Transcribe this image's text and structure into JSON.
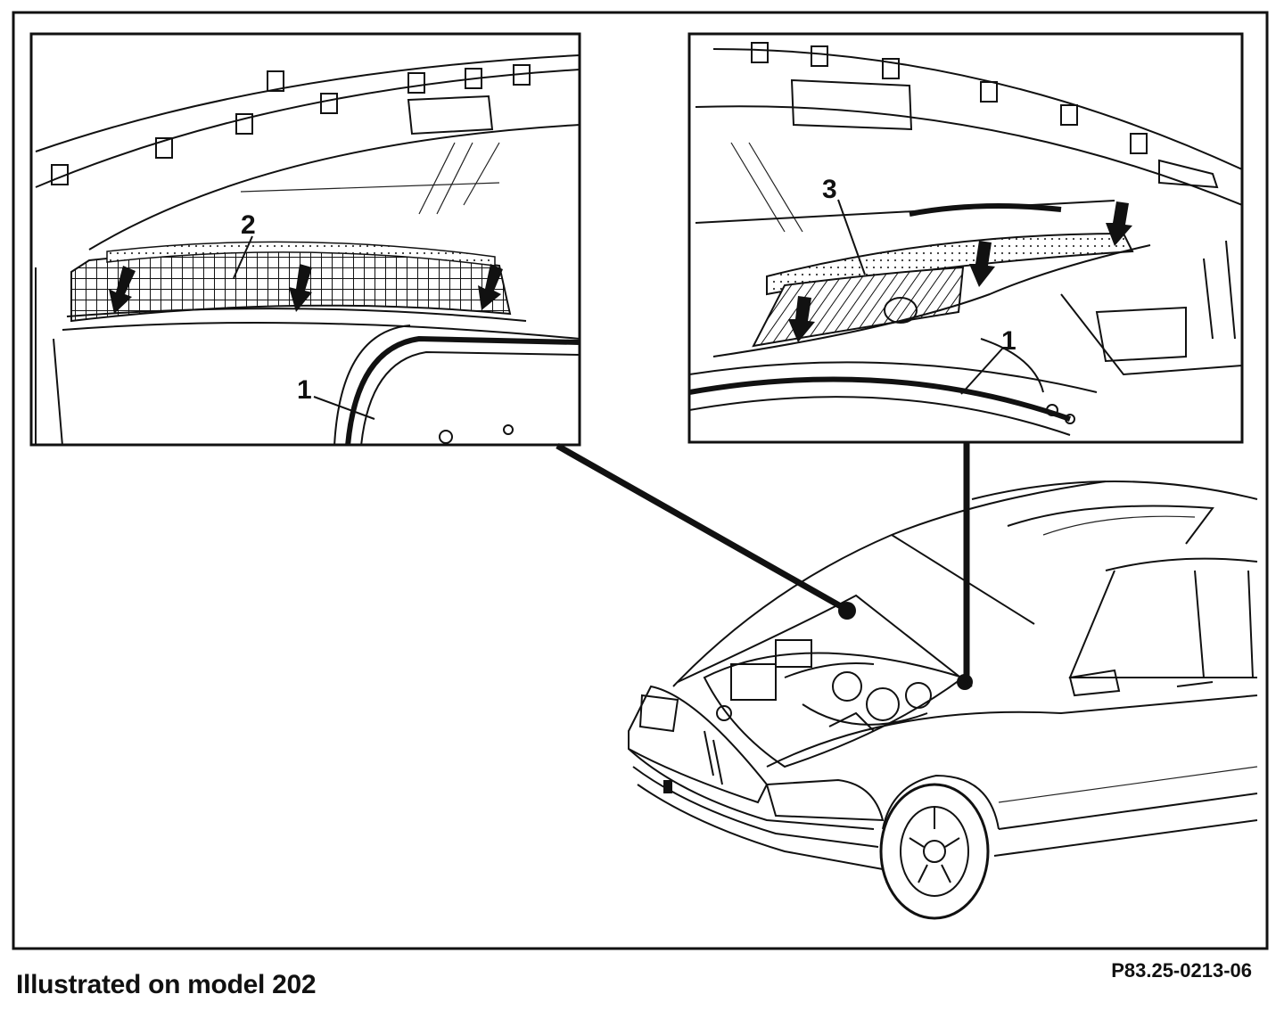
{
  "caption": "Illustrated on model 202",
  "reference_code": "P83.25-0213-06",
  "callouts": {
    "left_panel": [
      {
        "label": "2"
      },
      {
        "label": "1"
      }
    ],
    "right_panel": [
      {
        "label": "3"
      },
      {
        "label": "1"
      }
    ]
  }
}
